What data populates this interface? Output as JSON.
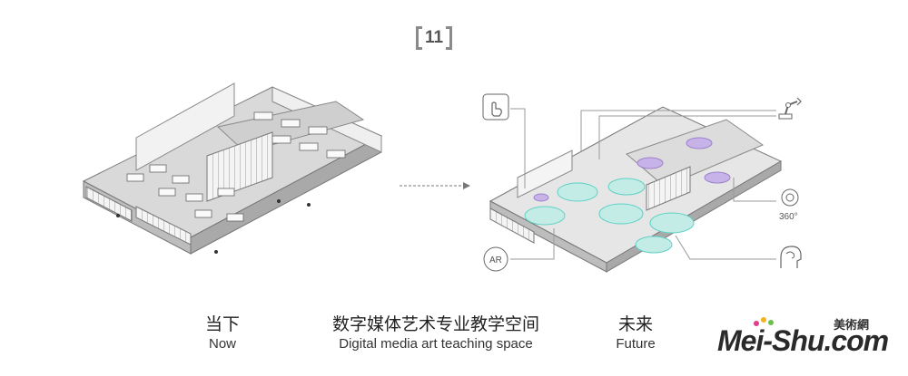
{
  "badge": {
    "number": "11"
  },
  "captions": {
    "now": {
      "zh": "当下",
      "en": "Now"
    },
    "title": {
      "zh": "数字媒体艺术专业教学空间",
      "en": "Digital media art teaching space"
    },
    "future": {
      "zh": "未来",
      "en": "Future"
    }
  },
  "icons": {
    "touch": "touch-hand-icon",
    "robot": "robot-arm-icon",
    "vr360": "vr-360-icon",
    "ar": "ar-icon",
    "brain": "brain-head-icon",
    "vr360_label": "360°",
    "ar_label": "AR"
  },
  "logo": {
    "zh": "美術網",
    "text": "Mei-Shu.com"
  },
  "colors": {
    "accent": "#5fd1c4",
    "zone": "#c4ece7",
    "purple": "#c7b3e8",
    "line": "#9a9a9a"
  }
}
